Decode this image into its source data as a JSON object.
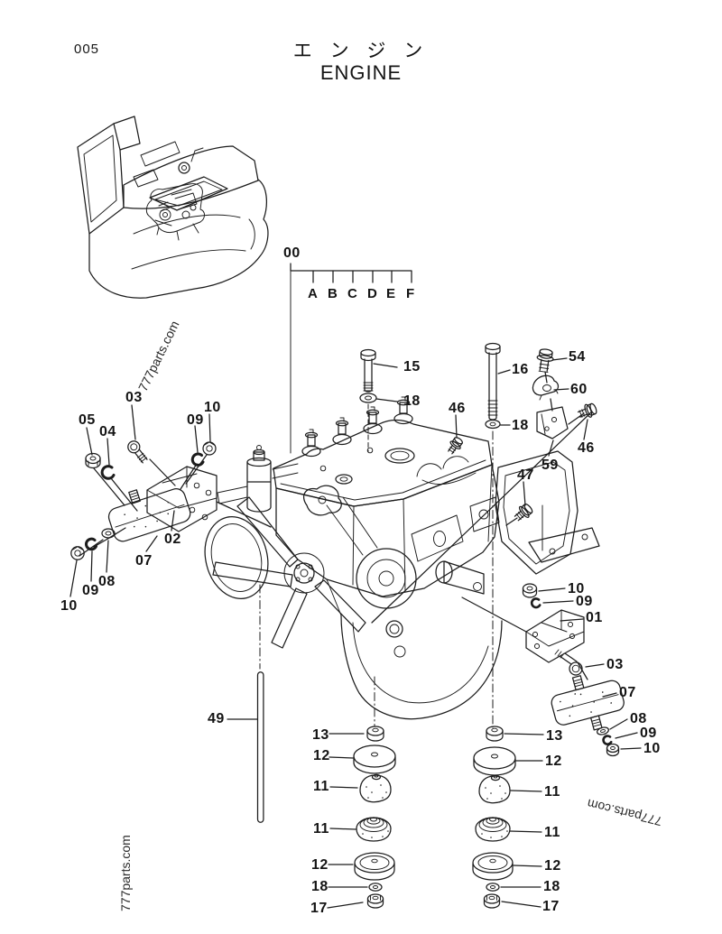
{
  "page": {
    "number": "005",
    "title_jp": "エ ン ジ ン",
    "title_en": "ENGINE"
  },
  "watermark": {
    "text": "777parts.com"
  },
  "assembly": {
    "group_label": "00",
    "variants": [
      "A",
      "B",
      "C",
      "D",
      "E",
      "F"
    ]
  },
  "callouts": [
    {
      "label": "15",
      "part": "flange-bolt"
    },
    {
      "label": "18",
      "part": "washer"
    },
    {
      "label": "16",
      "part": "long-bolt"
    },
    {
      "label": "54",
      "part": "bolt"
    },
    {
      "label": "60",
      "part": "clamp"
    },
    {
      "label": "46",
      "part": "bolt"
    },
    {
      "label": "59",
      "part": "bracket"
    },
    {
      "label": "18",
      "part": "washer"
    },
    {
      "label": "46",
      "part": "bolt"
    },
    {
      "label": "47",
      "part": "bolt"
    },
    {
      "label": "03",
      "part": "bolt"
    },
    {
      "label": "10",
      "part": "nut"
    },
    {
      "label": "09",
      "part": "snap-ring"
    },
    {
      "label": "05",
      "part": "nut"
    },
    {
      "label": "04",
      "part": "washer"
    },
    {
      "label": "02",
      "part": "mount-bracket"
    },
    {
      "label": "07",
      "part": "rubber-mount"
    },
    {
      "label": "08",
      "part": "washer"
    },
    {
      "label": "09",
      "part": "snap-ring"
    },
    {
      "label": "10",
      "part": "nut"
    },
    {
      "label": "49",
      "part": "rod"
    },
    {
      "label": "10",
      "part": "nut"
    },
    {
      "label": "09",
      "part": "snap-ring"
    },
    {
      "label": "01",
      "part": "mount-bracket"
    },
    {
      "label": "03",
      "part": "bolt"
    },
    {
      "label": "07",
      "part": "rubber-mount"
    },
    {
      "label": "08",
      "part": "washer"
    },
    {
      "label": "09",
      "part": "snap-ring"
    },
    {
      "label": "10",
      "part": "nut"
    },
    {
      "label": "13",
      "part": "washer"
    },
    {
      "label": "12",
      "part": "cover-disc"
    },
    {
      "label": "11",
      "part": "rubber-cushion"
    },
    {
      "label": "11",
      "part": "rubber-cushion"
    },
    {
      "label": "12",
      "part": "cover-disc"
    },
    {
      "label": "18",
      "part": "washer"
    },
    {
      "label": "17",
      "part": "nut"
    },
    {
      "label": "13",
      "part": "washer"
    },
    {
      "label": "12",
      "part": "cover-disc"
    },
    {
      "label": "11",
      "part": "rubber-cushion"
    },
    {
      "label": "11",
      "part": "rubber-cushion"
    },
    {
      "label": "12",
      "part": "cover-disc"
    },
    {
      "label": "18",
      "part": "washer"
    },
    {
      "label": "17",
      "part": "nut"
    }
  ]
}
